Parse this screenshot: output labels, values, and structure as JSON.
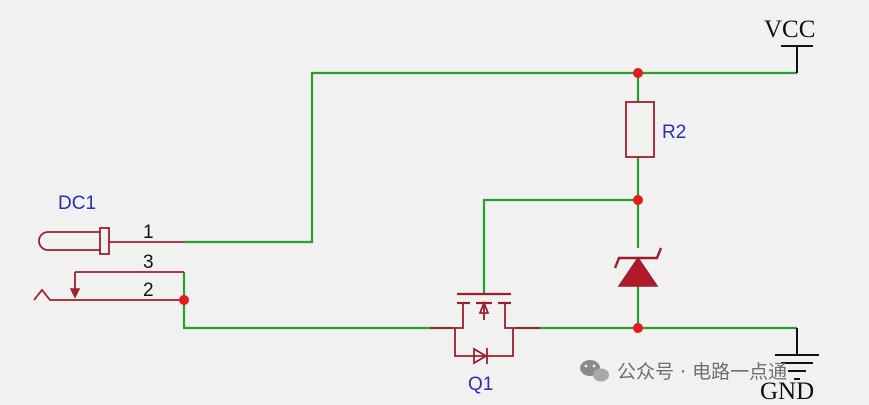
{
  "labels": {
    "vcc": "VCC",
    "gnd": "GND",
    "dc1": "DC1",
    "r2": "R2",
    "q1": "Q1",
    "pin1": "1",
    "pin2": "2",
    "pin3": "3"
  },
  "watermark": {
    "icon": "wechat-icon",
    "text": "公众号 · 电路一点通"
  },
  "colors": {
    "wire": "#2aa02a",
    "component": "#9c1f2e",
    "junction": "#e51a1a",
    "reference_text": "#2d2db0"
  }
}
